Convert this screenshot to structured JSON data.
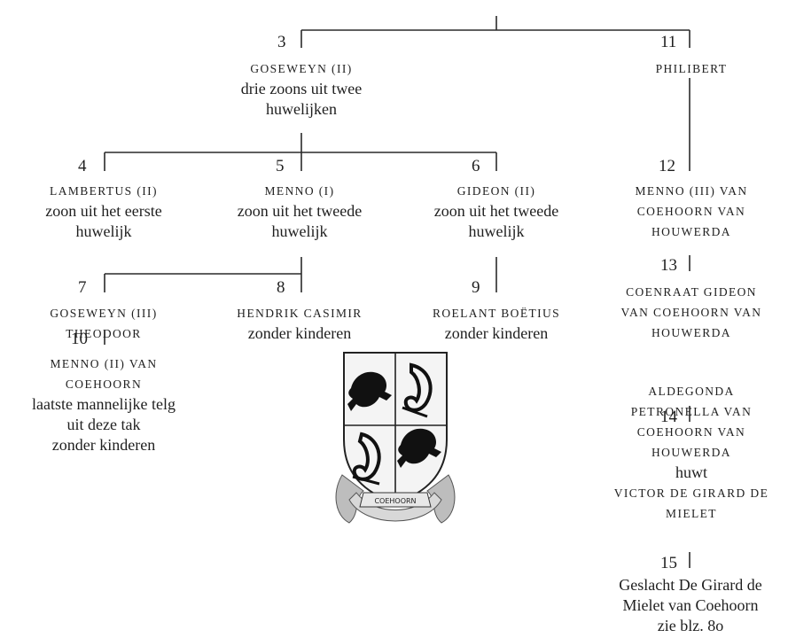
{
  "top_line_text": "",
  "nodes": {
    "n3": {
      "num": "3",
      "name": "goseweyn (ii)",
      "note": [
        "drie zoons uit twee",
        "huwelijken"
      ]
    },
    "n11": {
      "num": "11",
      "name": "philibert"
    },
    "n4": {
      "num": "4",
      "name": "lambertus (ii)",
      "note": [
        "zoon uit het eerste",
        "huwelijk"
      ]
    },
    "n5": {
      "num": "5",
      "name": "menno (i)",
      "note": [
        "zoon uit het tweede",
        "huwelijk"
      ]
    },
    "n6": {
      "num": "6",
      "name": "gideon (ii)",
      "note": [
        "zoon uit het tweede",
        "huwelijk"
      ]
    },
    "n12": {
      "num": "12",
      "name": [
        "menno (iii) van",
        "coehoorn van",
        "houwerda"
      ]
    },
    "n7": {
      "num": "7",
      "name": [
        "goseweyn (iii)",
        "theodoor"
      ]
    },
    "n8": {
      "num": "8",
      "name": "hendrik casimir",
      "note": "zonder kinderen"
    },
    "n9": {
      "num": "9",
      "name": "roelant boëtius",
      "note": "zonder kinderen"
    },
    "n13": {
      "num": "13",
      "name": [
        "coenraat gideon",
        "van coehoorn van",
        "houwerda"
      ]
    },
    "n10": {
      "num": "10",
      "name": [
        "menno (ii) van",
        "coehoorn"
      ],
      "note": [
        "laatste mannelijke telg",
        "uit deze tak",
        "zonder kinderen"
      ]
    },
    "n14": {
      "num": "14",
      "name": [
        "aldegonda",
        "petronella van",
        "coehoorn van",
        "houwerda"
      ],
      "mid": "huwt",
      "name2": [
        "victor de girard de",
        "mielet"
      ]
    },
    "n15": {
      "num": "15",
      "note": [
        "Geslacht De Girard de",
        "Mielet van Coehoorn",
        "zie blz. 8o"
      ]
    }
  },
  "crest": {
    "motto": "COEHOORN"
  }
}
